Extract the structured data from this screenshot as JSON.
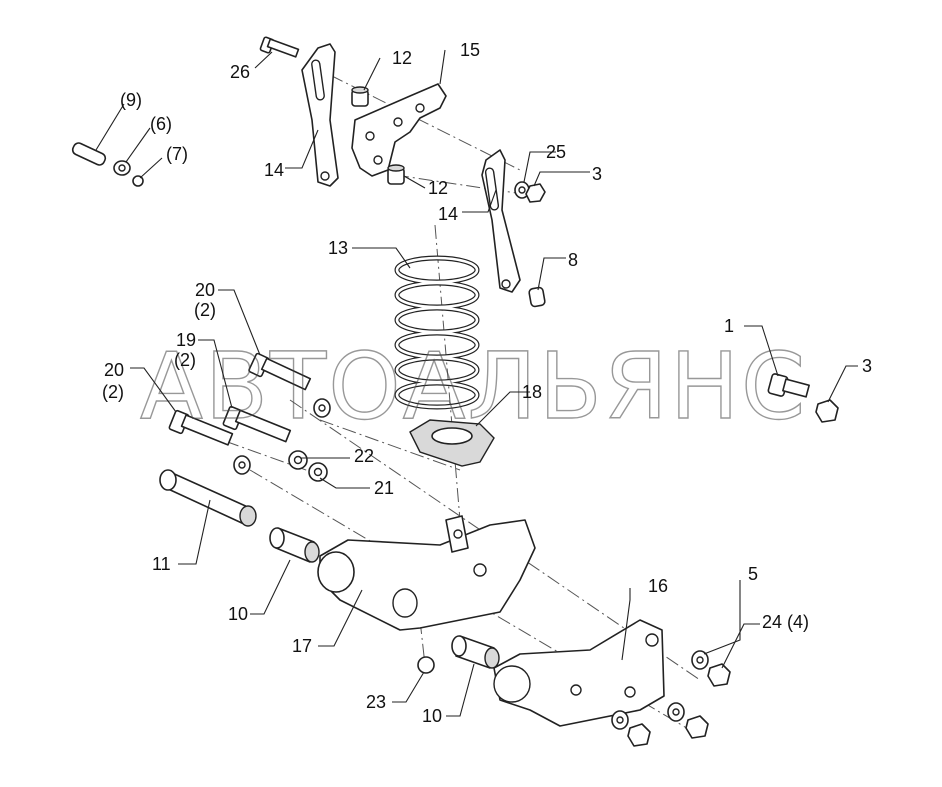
{
  "watermark": "АВТОАЛЬЯНС",
  "callouts": {
    "c1": "1",
    "c3a": "3",
    "c3b": "3",
    "c5": "5",
    "c7": "(7)",
    "c6": "(6)",
    "c9": "(9)",
    "c8": "8",
    "c10a": "10",
    "c10b": "10",
    "c11": "11",
    "c12a": "12",
    "c12b": "12",
    "c13": "13",
    "c14a": "14",
    "c14b": "14",
    "c15": "15",
    "c16": "16",
    "c17": "17",
    "c18": "18",
    "c19": "19",
    "c19q": "(2)",
    "c20a": "20",
    "c20aq": "(2)",
    "c20b": "20",
    "c20bq": "(2)",
    "c21": "21",
    "c22": "22",
    "c23": "23",
    "c24": "24 (4)",
    "c25": "25",
    "c26": "26"
  }
}
